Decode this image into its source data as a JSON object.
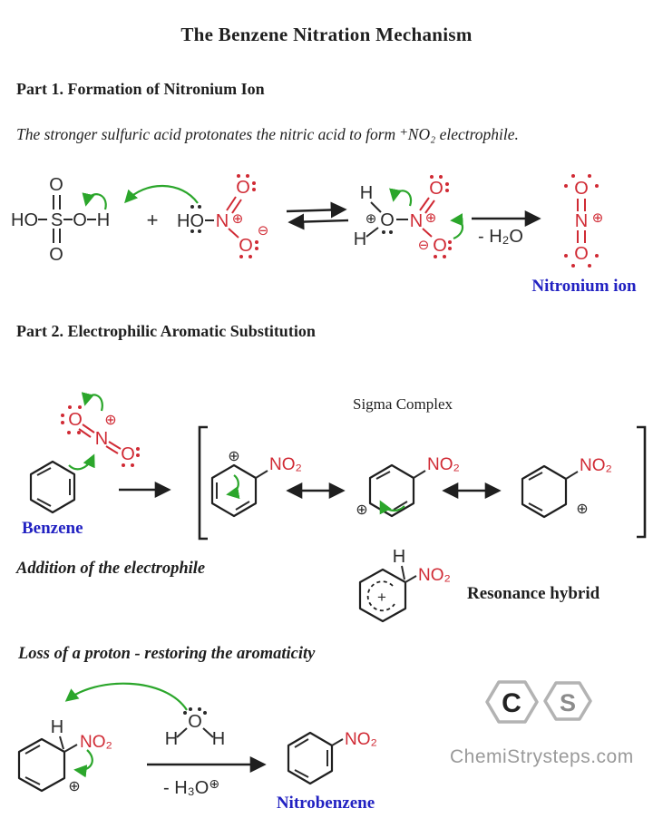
{
  "title": "The Benzene Nitration Mechanism",
  "part1": {
    "heading": "Part 1. Formation of Nitronium Ion",
    "description": "The stronger sulfuric acid protonates the nitric acid to form ⁺NO₂ electrophile.",
    "minus_water": "- H₂O",
    "nitronium_label": "Nitronium ion"
  },
  "part2": {
    "heading": "Part 2. Electrophilic Aromatic Substitution",
    "sigma_complex_label": "Sigma Complex",
    "benzene_label": "Benzene",
    "addition_label": "Addition of the electrophile",
    "resonance_hybrid_label": "Resonance hybrid",
    "loss_label": "Loss of a proton - restoring the aromaticity",
    "minus_hydronium": "- H₃O",
    "nitrobenzene_label": "Nitrobenzene"
  },
  "atoms": {
    "HO": "HO",
    "O": "O",
    "H": "H",
    "S": "S",
    "N": "N",
    "NO2": "NO₂",
    "plus": "+",
    "oplus": "⊕",
    "ominus": "⊖"
  },
  "logo": {
    "letter_c": "C",
    "letter_s": "S",
    "site": "ChemiStrysteps.com"
  },
  "colors": {
    "red": "#d02a34",
    "green": "#2ba62b",
    "blue": "#2222c2",
    "black": "#1f1f1f",
    "gray": "#9a9a9a"
  }
}
